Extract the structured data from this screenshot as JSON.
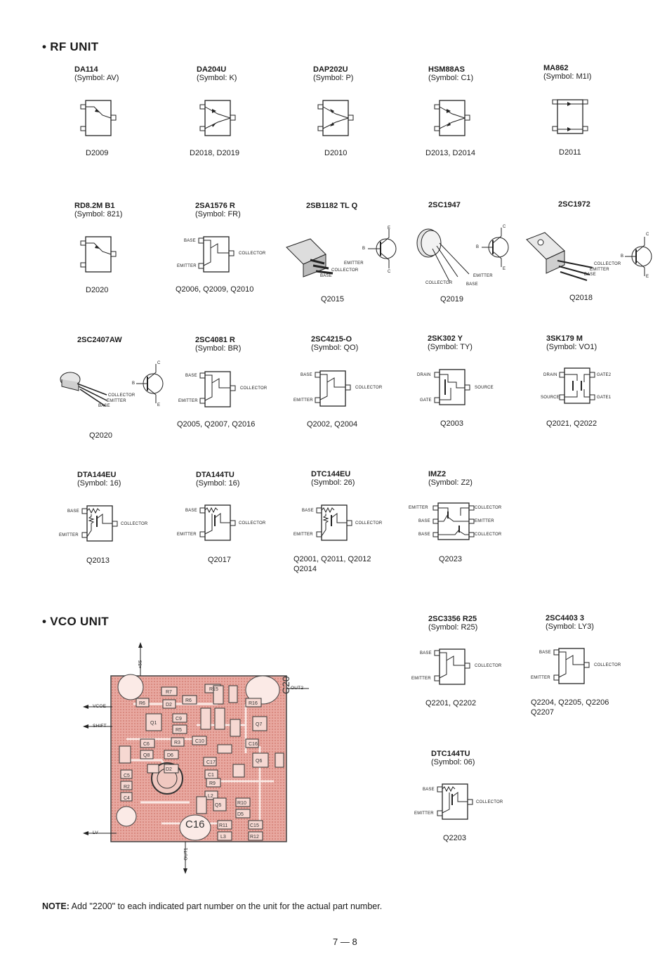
{
  "rf_unit": {
    "title": "• RF UNIT",
    "row1": [
      {
        "name": "DA114",
        "symbol": "(Symbol: AV)",
        "refs": "D2009"
      },
      {
        "name": "DA204U",
        "symbol": "(Symbol: K)",
        "refs": "D2018, D2019"
      },
      {
        "name": "DAP202U",
        "symbol": "(Symbol: P)",
        "refs": "D2010"
      },
      {
        "name": "HSM88AS",
        "symbol": "(Symbol: C1)",
        "refs": "D2013, D2014"
      },
      {
        "name": "MA862",
        "symbol": "(Symbol: M1I)",
        "refs": "D2011"
      }
    ],
    "row2": [
      {
        "name": "RD8.2M  B1",
        "symbol": "(Symbol: 821)",
        "refs": "D2020"
      },
      {
        "name": "2SA1576  R",
        "symbol": "(Symbol: FR)",
        "refs": "Q2006, Q2009, Q2010"
      },
      {
        "name": "2SB1182  TL  Q",
        "symbol": "",
        "refs": "Q2015"
      },
      {
        "name": "2SC1947",
        "symbol": "",
        "refs": "Q2019"
      },
      {
        "name": "2SC1972",
        "symbol": "",
        "refs": "Q2018"
      }
    ],
    "row3": [
      {
        "name": "2SC2407AW",
        "symbol": "",
        "refs": "Q2020"
      },
      {
        "name": "2SC4081  R",
        "symbol": "(Symbol: BR)",
        "refs": "Q2005, Q2007, Q2016"
      },
      {
        "name": "2SC4215-O",
        "symbol": "(Symbol: QO)",
        "refs": "Q2002, Q2004"
      },
      {
        "name": "2SK302  Y",
        "symbol": "(Symbol: TY)",
        "refs": "Q2003"
      },
      {
        "name": "3SK179  M",
        "symbol": "(Symbol: VO1)",
        "refs": "Q2021, Q2022"
      }
    ],
    "row4": [
      {
        "name": "DTA144EU",
        "symbol": "(Symbol: 16)",
        "refs": "Q2013"
      },
      {
        "name": "DTA144TU",
        "symbol": "(Symbol: 16)",
        "refs": "Q2017"
      },
      {
        "name": "DTC144EU",
        "symbol": "(Symbol: 26)",
        "refs": "Q2001, Q2011, Q2012",
        "refs2": "Q2014"
      },
      {
        "name": "IMZ2",
        "symbol": "(Symbol: Z2)",
        "refs": "Q2023"
      }
    ]
  },
  "vco_unit": {
    "title": "• VCO UNIT",
    "parts": [
      {
        "name": "2SC3356  R25",
        "symbol": "(Symbol: R25)",
        "refs": "Q2201, Q2202"
      },
      {
        "name": "2SC4403  3",
        "symbol": "(Symbol: LY3)",
        "refs": "Q2204, Q2205, Q2206",
        "refs2": "Q2207"
      },
      {
        "name": "DTC144TU",
        "symbol": "(Symbol: 06)",
        "refs": "Q2203"
      }
    ],
    "pcb_signals": {
      "top": "+5S",
      "right": "OUT2",
      "vcoe": "VCOE",
      "shift": "SHIFT",
      "lv": "LV",
      "bottom": "OUT1"
    }
  },
  "pins": {
    "base": "BASE",
    "collector": "COLLECTOR",
    "emitter": "EMITTER",
    "drain": "DRAIN",
    "source": "SOURCE",
    "gate": "GATE",
    "gate1": "GATE1",
    "gate2": "GATE2",
    "b": "B",
    "c": "C",
    "e": "E"
  },
  "note": {
    "label": "NOTE:",
    "text": " Add \"2200\" to each indicated part number on the unit for the actual part number."
  },
  "page_number": "7 — 8"
}
